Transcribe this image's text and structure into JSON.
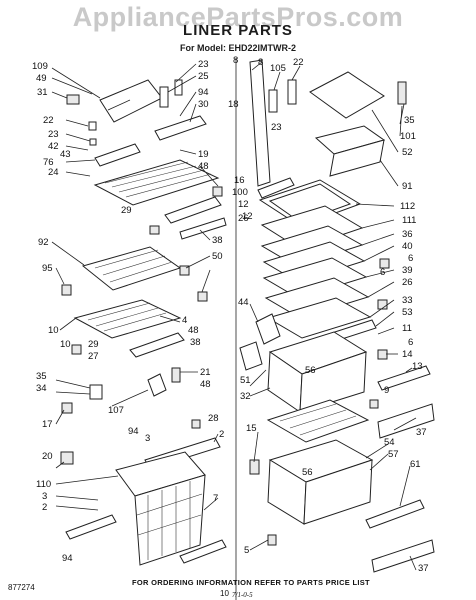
{
  "watermark": "AppliancePartsPros.com",
  "title": "LINER PARTS",
  "model_line": "For Model: EHD22IMTWR-2",
  "footer_note": "FOR ORDERING INFORMATION REFER TO PARTS PRICE LIST",
  "page_number": "10",
  "doc_number": "877274",
  "date_mark": "7/1-0-5",
  "callouts": [
    "109",
    "49",
    "31",
    "22",
    "23",
    "42",
    "76",
    "43",
    "24",
    "29",
    "8",
    "23",
    "25",
    "94",
    "30",
    "19",
    "48",
    "38",
    "92",
    "95",
    "50",
    "10",
    "4",
    "48",
    "38",
    "10",
    "29",
    "27",
    "35",
    "34",
    "107",
    "21",
    "48",
    "17",
    "94",
    "28",
    "20",
    "3",
    "2",
    "110",
    "3",
    "2",
    "7",
    "94",
    "8",
    "105",
    "22",
    "18",
    "23",
    "16",
    "100",
    "12",
    "26",
    "35",
    "101",
    "52",
    "91",
    "112",
    "111",
    "36",
    "40",
    "6",
    "39",
    "26",
    "33",
    "44",
    "53",
    "11",
    "6",
    "14",
    "51",
    "56",
    "32",
    "13",
    "9",
    "37",
    "15",
    "54",
    "57",
    "61",
    "56",
    "5",
    "37",
    "12",
    "6"
  ]
}
